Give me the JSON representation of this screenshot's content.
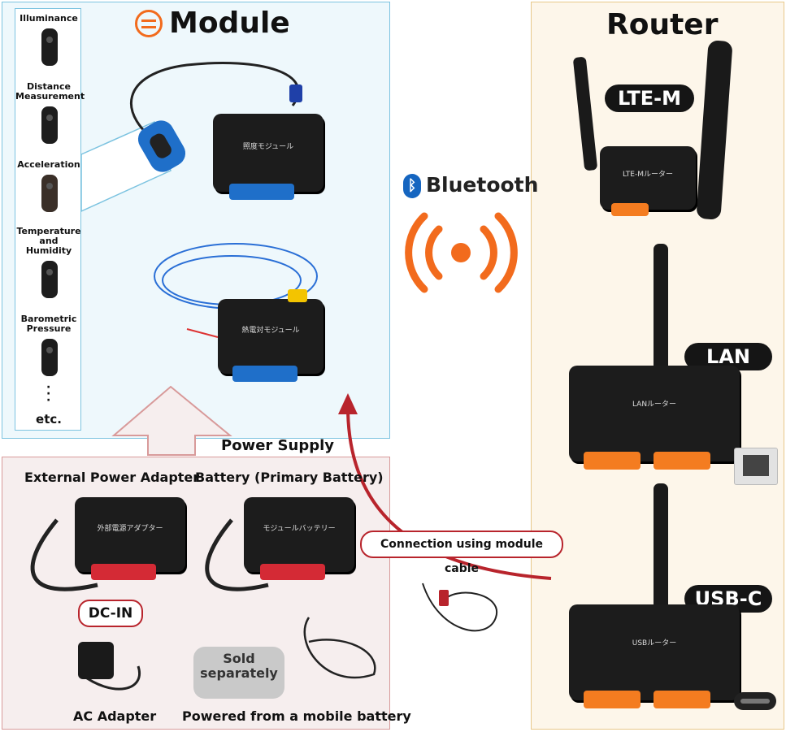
{
  "module": {
    "title": "Module",
    "sensors": [
      "Illuminance",
      "Distance\nMeasurement",
      "Acceleration",
      "Temperature\nand\nHumidity",
      "Barometric\nPressure",
      "etc."
    ],
    "device1_label": "照度モジュール",
    "device2_label": "熱電対モジュール"
  },
  "power": {
    "title": "Power Supply",
    "external_label": "External Power Adapter",
    "battery_label": "Battery (Primary Battery)",
    "dcin_label": "DC-IN",
    "ac_label": "AC Adapter",
    "mobile_label": "Powered from a mobile battery",
    "sold_label": "Sold\nseparately",
    "device1_label": "外部電源アダプター",
    "device2_label": "モジュールバッテリー"
  },
  "bluetooth": {
    "label": "Bluetooth",
    "color": "#1565c0",
    "wave_color": "#f26b1d"
  },
  "connection": {
    "label": "Connection using module cable"
  },
  "router": {
    "title": "Router",
    "items": [
      {
        "name": "LTE-M",
        "device_label": "LTE-Mルーター"
      },
      {
        "name": "LAN",
        "device_label": "LANルーター"
      },
      {
        "name": "USB-C",
        "device_label": "USBルーター"
      }
    ]
  },
  "colors": {
    "accent_orange": "#f26b1d",
    "module_blue": "#1f6fc9",
    "power_red": "#d42a35",
    "arrow_red": "#b8242c"
  }
}
